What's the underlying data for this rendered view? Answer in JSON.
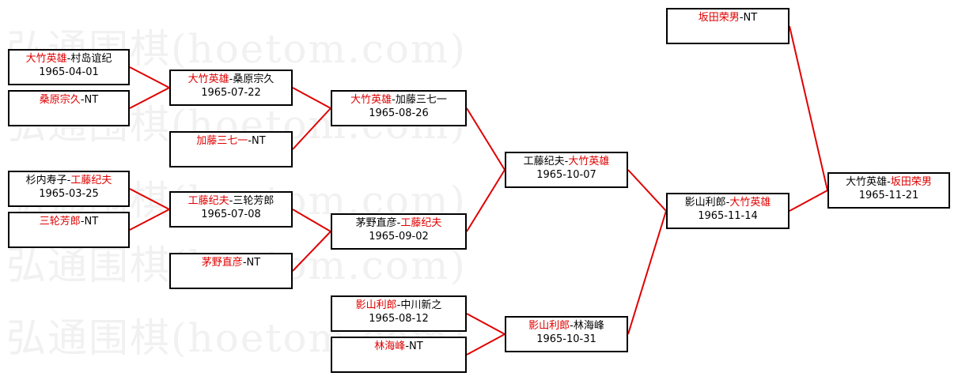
{
  "watermark": "弘通围棋(hoetom.com)",
  "colors": {
    "winner": "#e00000",
    "connector": "#e00000",
    "border": "#000000",
    "watermark": "#f1f1f1"
  },
  "matches": [
    {
      "id": "m1",
      "p1": "大竹英雄",
      "p2": "村岛谊纪",
      "winner": "p1",
      "date": "1965-04-01"
    },
    {
      "id": "m2",
      "p1": "桑原宗久",
      "p2": "NT",
      "winner": "p1",
      "date": ""
    },
    {
      "id": "m3",
      "p1": "杉内寿子",
      "p2": "工藤纪夫",
      "winner": "p2",
      "date": "1965-03-25"
    },
    {
      "id": "m4",
      "p1": "三轮芳郎",
      "p2": "NT",
      "winner": "p1",
      "date": ""
    },
    {
      "id": "m5",
      "p1": "大竹英雄",
      "p2": "桑原宗久",
      "winner": "p1",
      "date": "1965-07-22"
    },
    {
      "id": "m6",
      "p1": "加藤三七一",
      "p2": "NT",
      "winner": "p1",
      "date": ""
    },
    {
      "id": "m7",
      "p1": "工藤纪夫",
      "p2": "三轮芳郎",
      "winner": "p1",
      "date": "1965-07-08"
    },
    {
      "id": "m8",
      "p1": "茅野直彦",
      "p2": "NT",
      "winner": "p1",
      "date": ""
    },
    {
      "id": "m9",
      "p1": "大竹英雄",
      "p2": "加藤三七一",
      "winner": "p1",
      "date": "1965-08-26"
    },
    {
      "id": "m10",
      "p1": "茅野直彦",
      "p2": "工藤纪夫",
      "winner": "p2",
      "date": "1965-09-02"
    },
    {
      "id": "m11",
      "p1": "影山利郎",
      "p2": "中川新之",
      "winner": "p1",
      "date": "1965-08-12"
    },
    {
      "id": "m12",
      "p1": "林海峰",
      "p2": "NT",
      "winner": "p1",
      "date": ""
    },
    {
      "id": "m13",
      "p1": "工藤纪夫",
      "p2": "大竹英雄",
      "winner": "p2",
      "date": "1965-10-07"
    },
    {
      "id": "m14",
      "p1": "影山利郎",
      "p2": "林海峰",
      "winner": "p1",
      "date": "1965-10-31"
    },
    {
      "id": "m15",
      "p1": "影山利郎",
      "p2": "大竹英雄",
      "winner": "p2",
      "date": "1965-11-14"
    },
    {
      "id": "m16",
      "p1": "坂田荣男",
      "p2": "NT",
      "winner": "p1",
      "date": ""
    },
    {
      "id": "m17",
      "p1": "大竹英雄",
      "p2": "坂田荣男",
      "winner": "p2",
      "date": "1965-11-21"
    }
  ],
  "connections": [
    [
      "m1",
      "m5"
    ],
    [
      "m2",
      "m5"
    ],
    [
      "m3",
      "m7"
    ],
    [
      "m4",
      "m7"
    ],
    [
      "m5",
      "m9"
    ],
    [
      "m6",
      "m9"
    ],
    [
      "m7",
      "m10"
    ],
    [
      "m8",
      "m10"
    ],
    [
      "m11",
      "m14"
    ],
    [
      "m12",
      "m14"
    ],
    [
      "m9",
      "m13"
    ],
    [
      "m10",
      "m13"
    ],
    [
      "m13",
      "m15"
    ],
    [
      "m14",
      "m15"
    ],
    [
      "m15",
      "m17"
    ],
    [
      "m16",
      "m17"
    ]
  ]
}
